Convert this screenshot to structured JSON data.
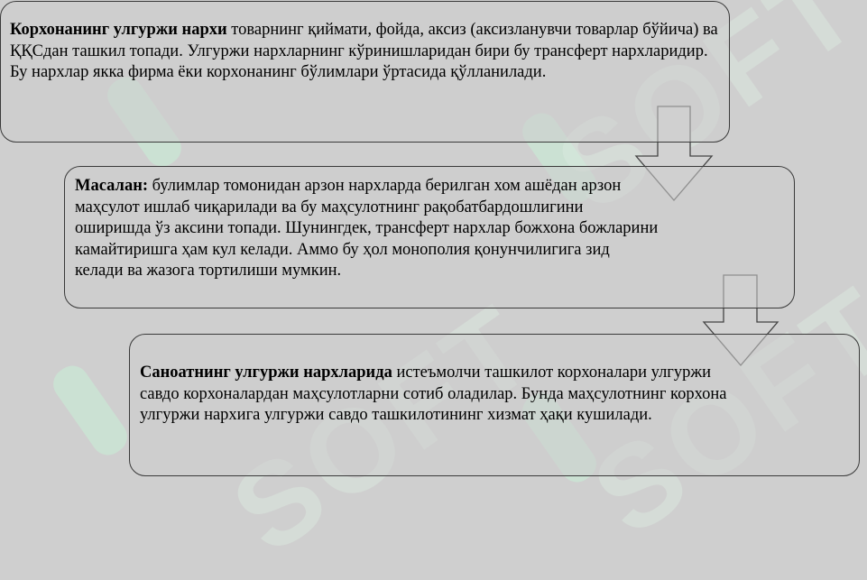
{
  "blocks": [
    {
      "bold": "Корхонанинг улгуржи нархи",
      "text": " товарнинг қиймати, фойда, аксиз (аксизланувчи товарлар бўйича) ва ҚҚСдан ташкил топади. Улгуржи нархларнинг кўринишларидан бири бу трансферт нархларидир. Бу нархлар якка фирма ёки корхонанинг бўлимлари ўртасида қўлланилади."
    },
    {
      "bold": "Масалан:",
      "text": " булимлар томонидан арзон нархларда берилган хом ашёдан арзон маҳсулот ишлаб чиқарилади ва бу маҳсулотнинг рақобатбардошлигини оширишда ўз аксини топади. Шунингдек, трансферт нархлар божхона божларини камайтиришга ҳам кул келади. Аммо бу ҳол монополия қонунчилигига зид келади ва жазога тортилиши мумкин."
    },
    {
      "bold": "Саноатнинг улгуржи нархларида",
      "text": " истеъмолчи ташкилот корхоналари улгуржи савдо корхоналардан маҳсулотларни сотиб оладилар. Бунда маҳсулотнинг корхона улгуржи нархига улгуржи савдо ташкилотининг хизмат ҳақи кушилади."
    }
  ],
  "watermark": {
    "text": "SOFT"
  }
}
